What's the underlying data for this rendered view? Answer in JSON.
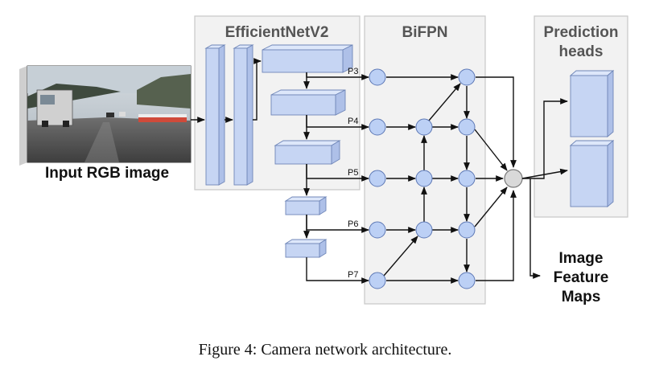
{
  "panels": {
    "backbone_title": "EfficientNetV2",
    "bifpn_title": "BiFPN",
    "heads_title_line1": "Prediction",
    "heads_title_line2": "heads"
  },
  "input_label": "Input RGB image",
  "levels": [
    "P3",
    "P4",
    "P5",
    "P6",
    "P7"
  ],
  "output_label_lines": [
    "Image",
    "Feature",
    "Maps"
  ],
  "caption": "Figure 4: Camera network architecture.",
  "colors": {
    "panel_fill": "#f2f2f2",
    "panel_stroke": "#c8c8c8",
    "block_front": "#c6d5f3",
    "block_top": "#dde7fa",
    "block_side": "#aec0e8",
    "block_stroke": "#6f86b8",
    "node_fill": "#bcd0f5",
    "node_stroke": "#5d78b5",
    "fusion_fill": "#d9d9d9",
    "fusion_stroke": "#7a7a7a"
  }
}
